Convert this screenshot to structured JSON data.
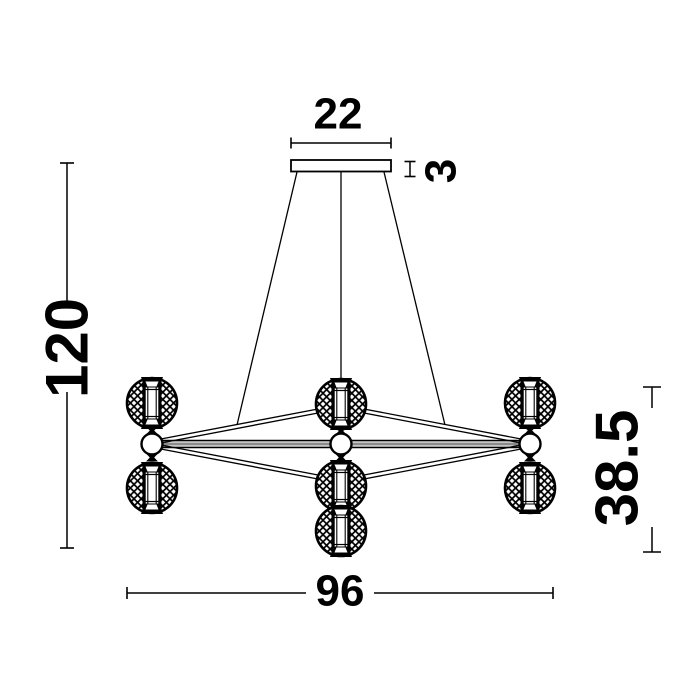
{
  "drawing": {
    "type": "technical-dimension-drawing",
    "subject": "chandelier pendant lamp front elevation",
    "background_color": "#ffffff",
    "line_color": "#000000",
    "rod_core_color": "#8a8a8a",
    "dimensions": {
      "canopy_width": "22",
      "canopy_height": "3",
      "overall_height": "120",
      "body_height": "38.5",
      "overall_width": "96"
    }
  }
}
